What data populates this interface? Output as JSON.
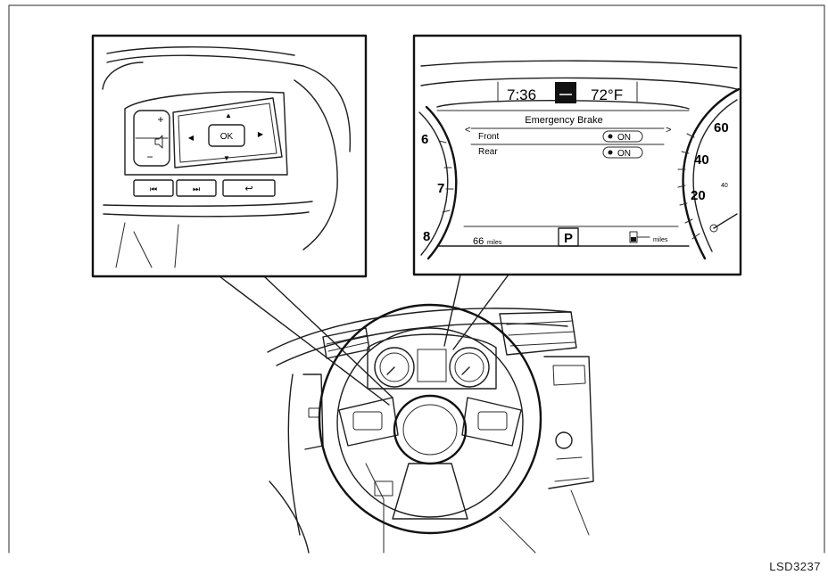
{
  "figure_id": "LSD3237",
  "switch_panel": {
    "ok_label": "OK",
    "up_arrow": "▲",
    "down_arrow": "▼",
    "left_arrow": "◀",
    "right_arrow": "▶",
    "volume_up": "+",
    "volume_down": "−",
    "mute_icon": "speaker-icon",
    "prev_track": "⏮",
    "next_track": "⏭",
    "back_icon": "↩"
  },
  "display": {
    "clock": "7:36",
    "outside_temp": "72°F",
    "menu_title": "Emergency Brake",
    "nav_left": "<",
    "nav_right": ">",
    "rows": [
      {
        "label": "Front",
        "state": "ON"
      },
      {
        "label": "Rear",
        "state": "ON"
      }
    ],
    "trip": "66",
    "trip_unit": "miles",
    "gear": "P",
    "range_unit": "miles",
    "tach_ticks": [
      "6",
      "7",
      "8"
    ],
    "speed_ticks": [
      "60",
      "40",
      "20"
    ],
    "speed_minor_ticks": [
      "40"
    ]
  }
}
